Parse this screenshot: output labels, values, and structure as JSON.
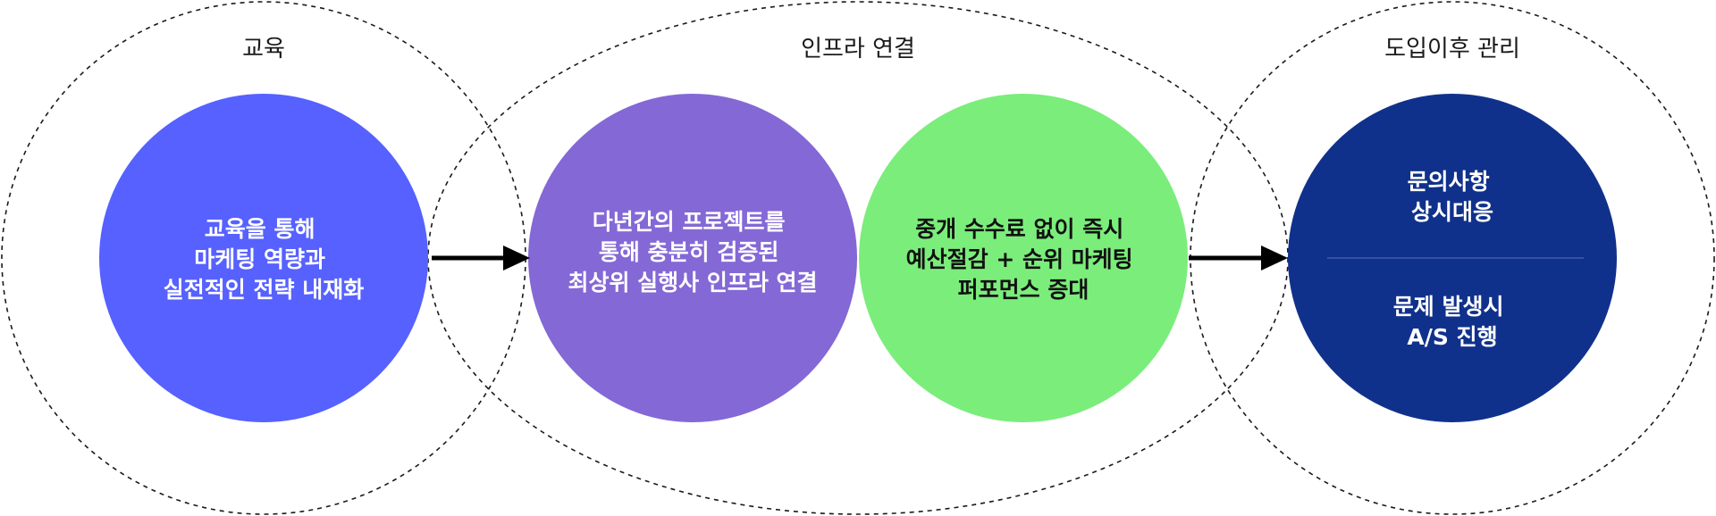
{
  "groups": [
    {
      "title": "교육"
    },
    {
      "title": "인프라 연결"
    },
    {
      "title": "도입이후 관리"
    }
  ],
  "circles": [
    {
      "id": "education",
      "fill": "#5661ff",
      "text_color": "#ffffff",
      "lines": [
        "교육을 통해",
        "마케팅 역량과",
        "실전적인 전략 내재화"
      ]
    },
    {
      "id": "verified-infra",
      "fill": "#8468d6",
      "text_color": "#ffffff",
      "lines": [
        "다년간의 프로젝트를",
        "통해 충분히 검증된",
        "최상위 실행사 인프라 연결"
      ]
    },
    {
      "id": "no-fee",
      "fill": "#7bed7b",
      "text_color": "#111111",
      "lines": [
        "중개 수수료 없이 즉시",
        "예산절감 + 순위 마케팅",
        "퍼포먼스 증대"
      ]
    },
    {
      "id": "aftercare",
      "fill": "#10318b",
      "text_color": "#ffffff",
      "top_lines": [
        "문의사항",
        "상시대응"
      ],
      "bottom_lines": [
        "문제 발생시",
        "A/S 진행"
      ]
    }
  ],
  "colors": {
    "ring_stroke": "#1a1a1a",
    "arrow": "#000000",
    "background": "#ffffff"
  }
}
